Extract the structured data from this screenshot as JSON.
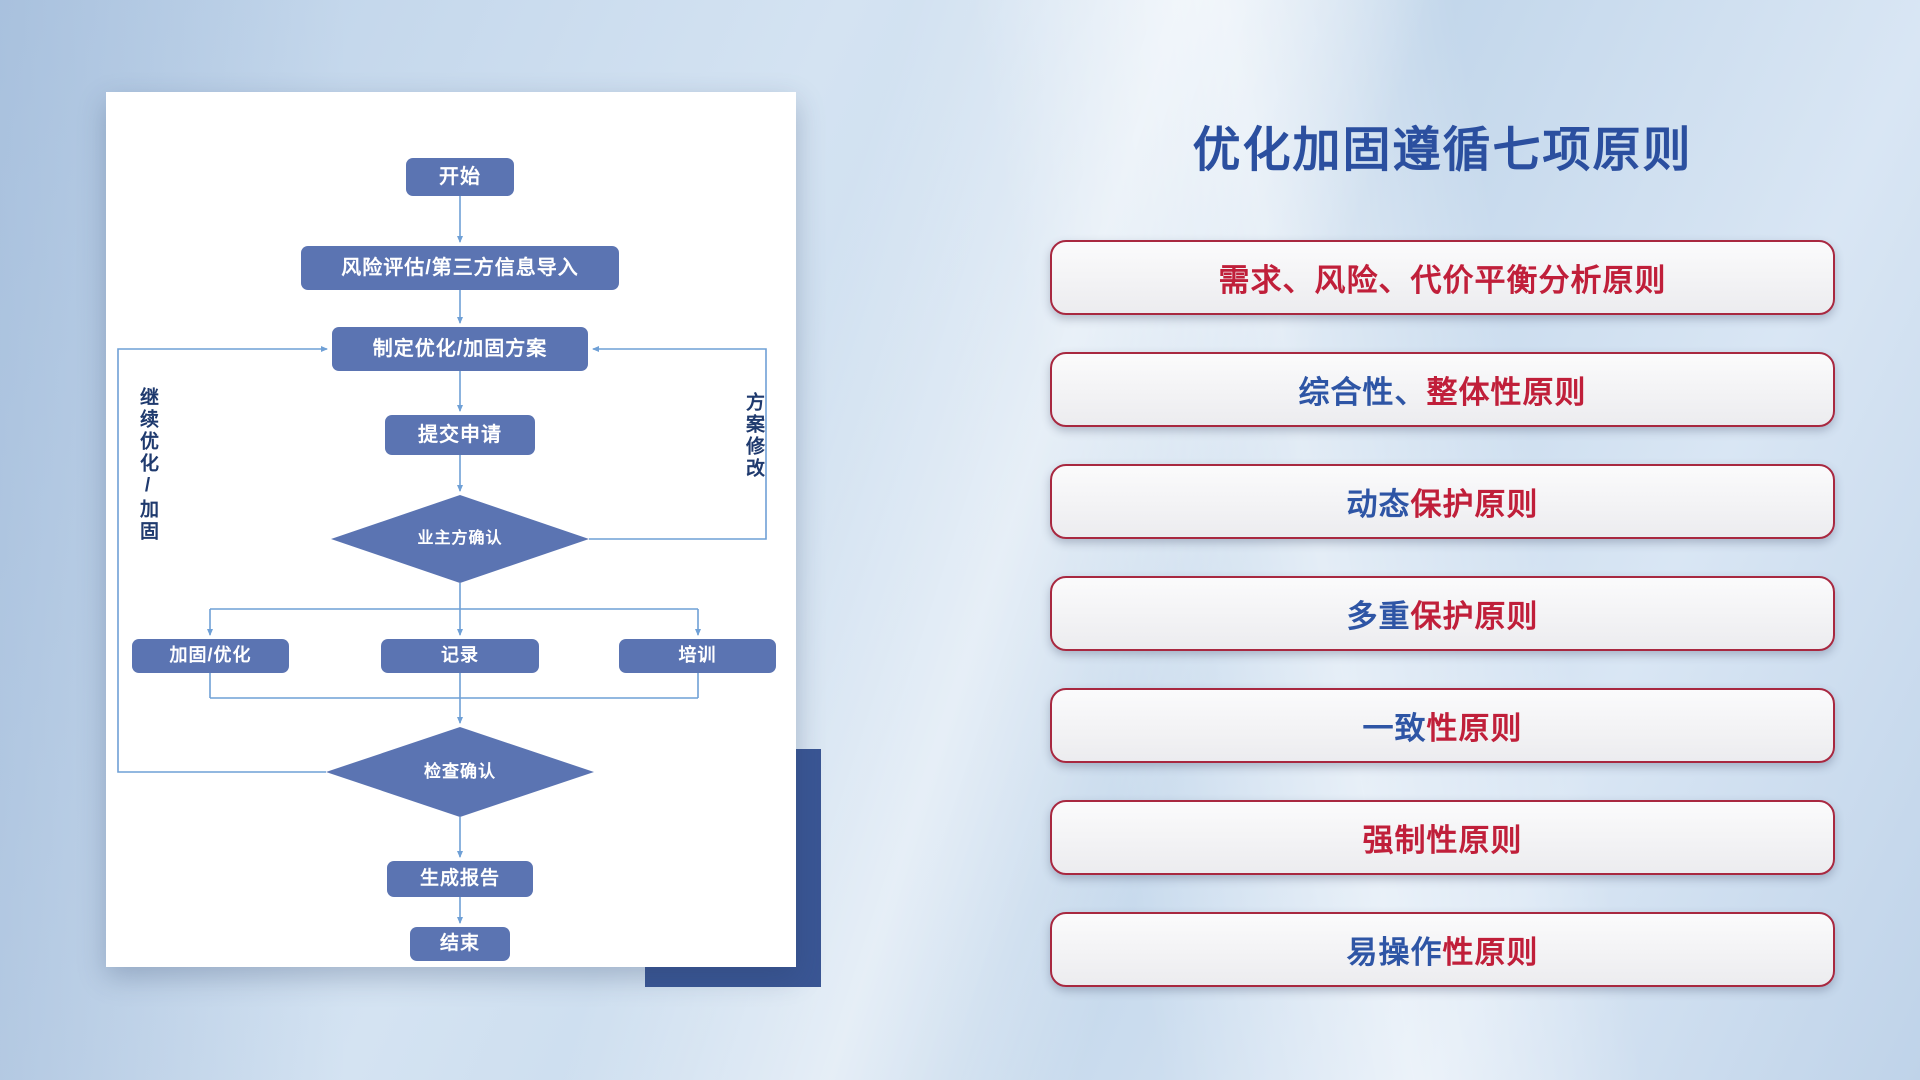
{
  "colors": {
    "title": "#2b4f9f",
    "node_fill": "#5b74b2",
    "node_text": "#ffffff",
    "connector": "#6fa0d6",
    "loop_label": "#1f3a6e",
    "principle_border": "#a82840",
    "shadow_rect": "#3a5694",
    "card_bg": "#ffffff"
  },
  "slide": {
    "title": "优化加固遵循七项原则"
  },
  "flowchart": {
    "nodes": {
      "start": "开始",
      "risk_import": "风险评估/第三方信息导入",
      "plan": "制定优化/加固方案",
      "submit": "提交申请",
      "owner_confirm": "业主方确认",
      "harden": "加固/优化",
      "record": "记录",
      "training": "培训",
      "check_confirm": "检查确认",
      "report": "生成报告",
      "end": "结束"
    },
    "loop_labels": {
      "left": "继续优化/加固",
      "right": "方案修改"
    }
  },
  "principles": [
    {
      "segments": [
        {
          "text": "需求、风险、代价平衡分析原则",
          "color": "#c01f3a"
        }
      ]
    },
    {
      "segments": [
        {
          "text": "综合性、",
          "color": "#2e55a5"
        },
        {
          "text": "整体性原则",
          "color": "#c01f3a"
        }
      ]
    },
    {
      "segments": [
        {
          "text": "动态",
          "color": "#2e55a5"
        },
        {
          "text": "保护原则",
          "color": "#c01f3a"
        }
      ]
    },
    {
      "segments": [
        {
          "text": "多重",
          "color": "#2e55a5"
        },
        {
          "text": "保护原则",
          "color": "#c01f3a"
        }
      ]
    },
    {
      "segments": [
        {
          "text": "一致",
          "color": "#2e55a5"
        },
        {
          "text": "性原则",
          "color": "#c01f3a"
        }
      ]
    },
    {
      "segments": [
        {
          "text": "强制性原则",
          "color": "#c01f3a"
        }
      ]
    },
    {
      "segments": [
        {
          "text": "易操作",
          "color": "#2e55a5"
        },
        {
          "text": "性原则",
          "color": "#c01f3a"
        }
      ]
    }
  ]
}
